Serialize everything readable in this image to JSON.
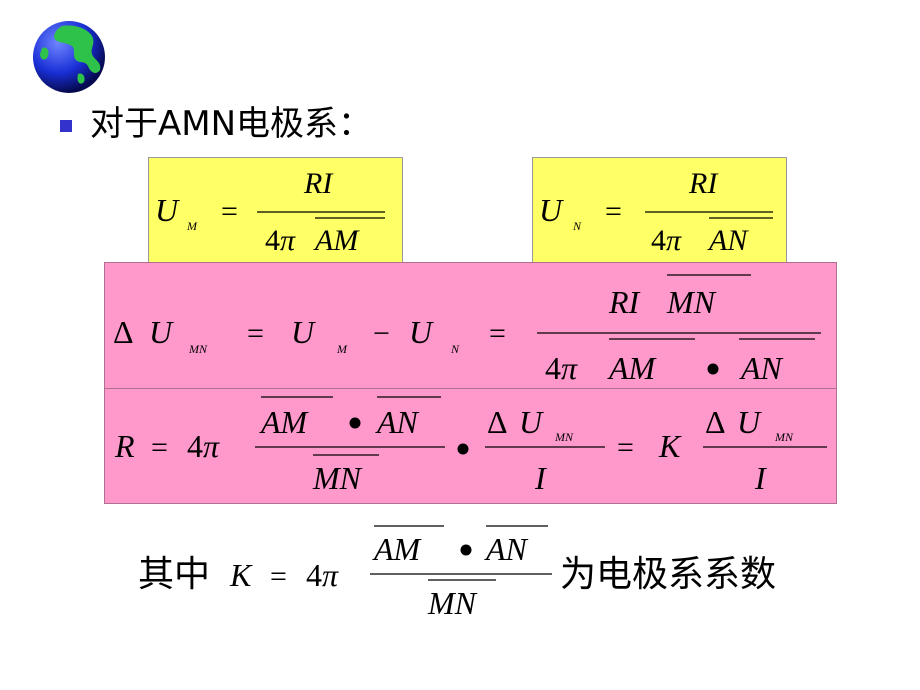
{
  "heading": "对于AMN电极系：",
  "caption": {
    "prefix": "其中",
    "suffix": "为电极系系数"
  },
  "colors": {
    "yellow_box": "#ffff66",
    "pink_box": "#ff99cc",
    "bullet": "#3333cc",
    "globe_ocean": "#1a2fd6",
    "globe_land": "#2fc24a"
  },
  "icons": {
    "globe": "globe-icon",
    "bullet": "square-bullet-icon"
  }
}
